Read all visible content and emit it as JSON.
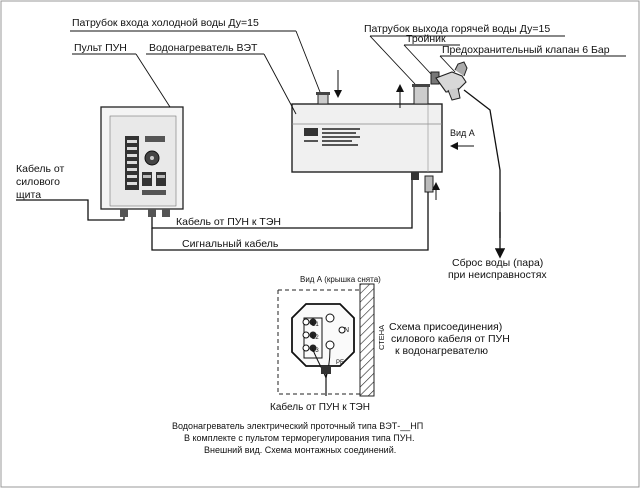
{
  "labels": {
    "cold_inlet": "Патрубок входа холодной  воды Ду=15",
    "hot_outlet": "Патрубок выхода горячей  воды Ду=15",
    "control_unit": "Пульт ПУН",
    "heater": "Водонагреватель ВЭТ",
    "tee": "Тройник",
    "safety_valve": "Предохранительный клапан 6 Бар",
    "view_a": "Вид А",
    "power_cable_l1": "Кабель от",
    "power_cable_l2": "силового",
    "power_cable_l3": "щита",
    "pun_to_ten_cable": "Кабель от ПУН к ТЭН",
    "signal_cable": "Сигнальный кабель",
    "discharge_l1": "Сброс воды (пара)",
    "discharge_l2": "при неисправностях",
    "view_a_cover": "Вид А (крышка снята)",
    "wall": "СТЕНА",
    "terminal_l1": "L1",
    "terminal_l2": "L2",
    "terminal_l3": "L3",
    "terminal_n": "N",
    "terminal_pe": "PE",
    "scheme_l1": "Схема присоединения)",
    "scheme_l2": "силового кабеля от ПУН",
    "scheme_l3": "к водонагревателю",
    "bottom_cable": "Кабель от ПУН к ТЭН"
  },
  "caption": {
    "line1": "Водонагреватель электрический  проточный типа ВЭТ-__НП",
    "line2": "В комплекте с пультом терморегулирования типа ПУН.",
    "line3": "Внешний вид. Схема монтажных соединений."
  }
}
